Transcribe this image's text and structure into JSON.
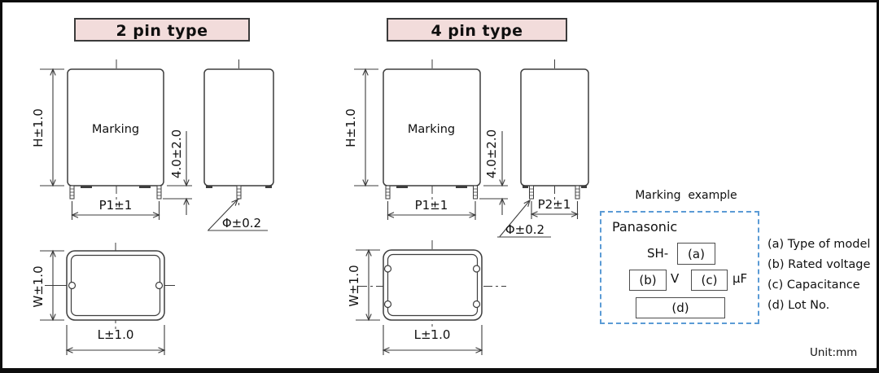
{
  "headers": {
    "pin2": "2 pin type",
    "pin4": "4 pin type"
  },
  "dimension_labels": {
    "height": "H±1.0",
    "marking": "Marking",
    "lead_length": "4.0±2.0",
    "pitch_p1": "P1±1",
    "pitch_p2": "P2±1",
    "lead_diameter": "Φ±0.2",
    "width": "W±1.0",
    "length": "L±1.0"
  },
  "marking_example": {
    "title": "Marking  example",
    "brand": "Panasonic",
    "series_prefix": "SH-",
    "field_a": "(a)",
    "field_b": "(b)",
    "voltage_unit": "V",
    "field_c": "(c)",
    "capacitance_unit": "μF",
    "field_d": "(d)",
    "legend": [
      "(a) Type of model",
      "(b) Rated voltage",
      "(c) Capacitance",
      "(d) Lot No."
    ]
  },
  "footer": {
    "unit": "Unit:mm"
  },
  "colors": {
    "header_bg": "#f2dcdb",
    "line": "#3d3d3d",
    "marking_box_dash": "#5b9bd5"
  }
}
